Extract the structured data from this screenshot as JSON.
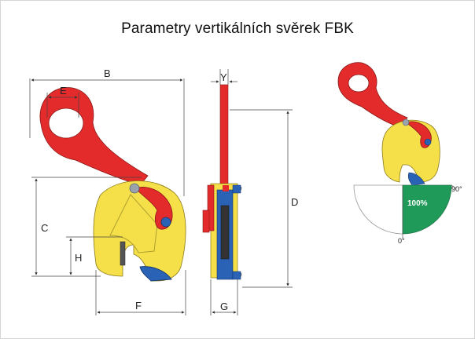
{
  "title": "Parametry vertikálních svěrek FBK",
  "dimensions": {
    "B": "B",
    "E": "E",
    "C": "C",
    "H": "H",
    "F": "F",
    "Y": "Y",
    "D": "D",
    "G": "G"
  },
  "angle_diagram": {
    "label_90": "90°",
    "label_0": "0°",
    "capacity": "100%"
  },
  "colors": {
    "red": "#e32b2b",
    "yellow": "#f5e04a",
    "blue": "#2a63b6",
    "green": "#1f9a58",
    "grey": "#9aa3ad"
  }
}
